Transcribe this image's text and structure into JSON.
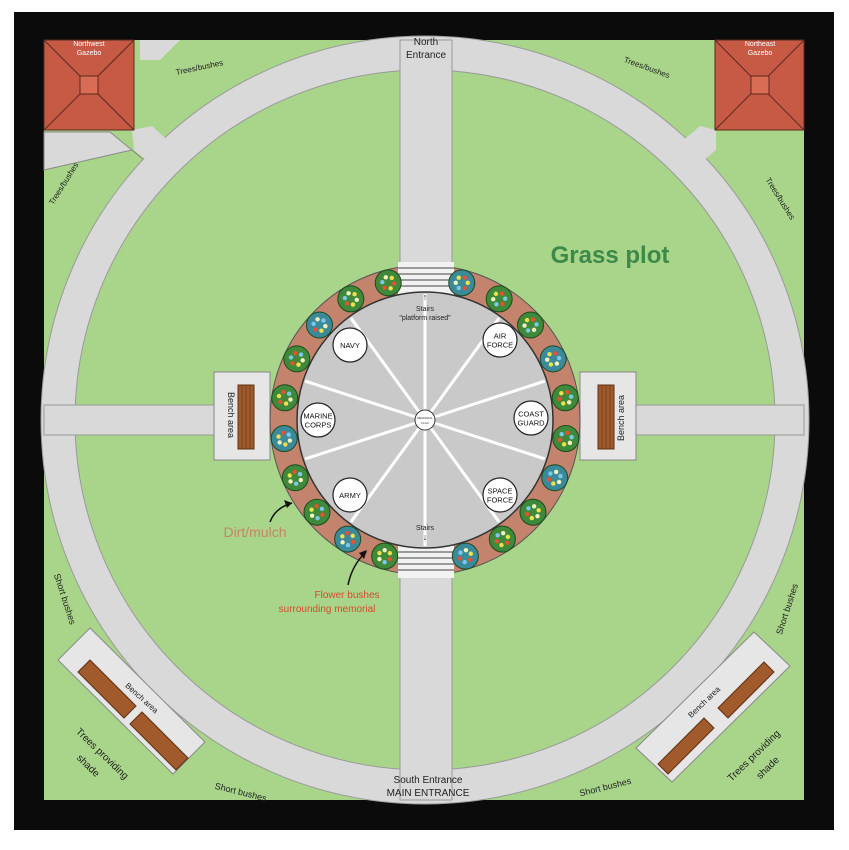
{
  "colors": {
    "frame": "#0b0b0b",
    "grass": "#a8d58a",
    "path": "#d9d9d9",
    "path_edge": "#777777",
    "dirt": "#c4836c",
    "plaza": "#c9c9c9",
    "gazebo": "#c75a45",
    "title_green": "#3d8a48",
    "dirt_label": "#c58468",
    "flower_label": "#d64a2e",
    "bench": "#a05a2c"
  },
  "labels": {
    "north_entrance_1": "North",
    "north_entrance_2": "Entrance",
    "nw_gazebo_1": "Northwest",
    "nw_gazebo_2": "Gazebo",
    "ne_gazebo_1": "Northeast",
    "ne_gazebo_2": "Gazebo",
    "trees_top_left": "Trees/bushes",
    "trees_top_right": "Trees/bushes",
    "trees_left": "Trees/bushes",
    "trees_right": "Trees/bushes",
    "grass_plot": "Grass plot",
    "stairs_top": "Stairs",
    "platform_raised": "\"platform raised\"",
    "stairs_bottom": "Stairs",
    "bench_area_left": "Bench area",
    "bench_area_right": "Bench area",
    "dirt_mulch": "Dirt/mulch",
    "flower_bushes_1": "Flower bushes",
    "flower_bushes_2": "surrounding memorial",
    "short_bushes_left": "Short bushes",
    "short_bushes_right": "Short bushes",
    "short_bushes_bottom_left": "Short bushes",
    "short_bushes_bottom_right": "Short bushes",
    "bench_area_sw": "Bench area",
    "bench_area_se": "Bench area",
    "trees_shade_left_1": "Trees providing",
    "trees_shade_left_2": "shade",
    "trees_shade_right_1": "Trees providing",
    "trees_shade_right_2": "shade",
    "south_entrance": "South Entrance",
    "main_entrance": "MAIN ENTRANCE",
    "center_1": "MEMORIAL",
    "center_2": "FLAG"
  },
  "branches": [
    {
      "id": "navy",
      "lines": [
        "NAVY"
      ]
    },
    {
      "id": "air-force",
      "lines": [
        "AIR",
        "FORCE"
      ]
    },
    {
      "id": "marine-corps",
      "lines": [
        "MARINE",
        "CORPS"
      ]
    },
    {
      "id": "coast-guard",
      "lines": [
        "COAST",
        "GUARD"
      ]
    },
    {
      "id": "army",
      "lines": [
        "ARMY"
      ]
    },
    {
      "id": "space-force",
      "lines": [
        "SPACE",
        "FORCE"
      ]
    }
  ]
}
